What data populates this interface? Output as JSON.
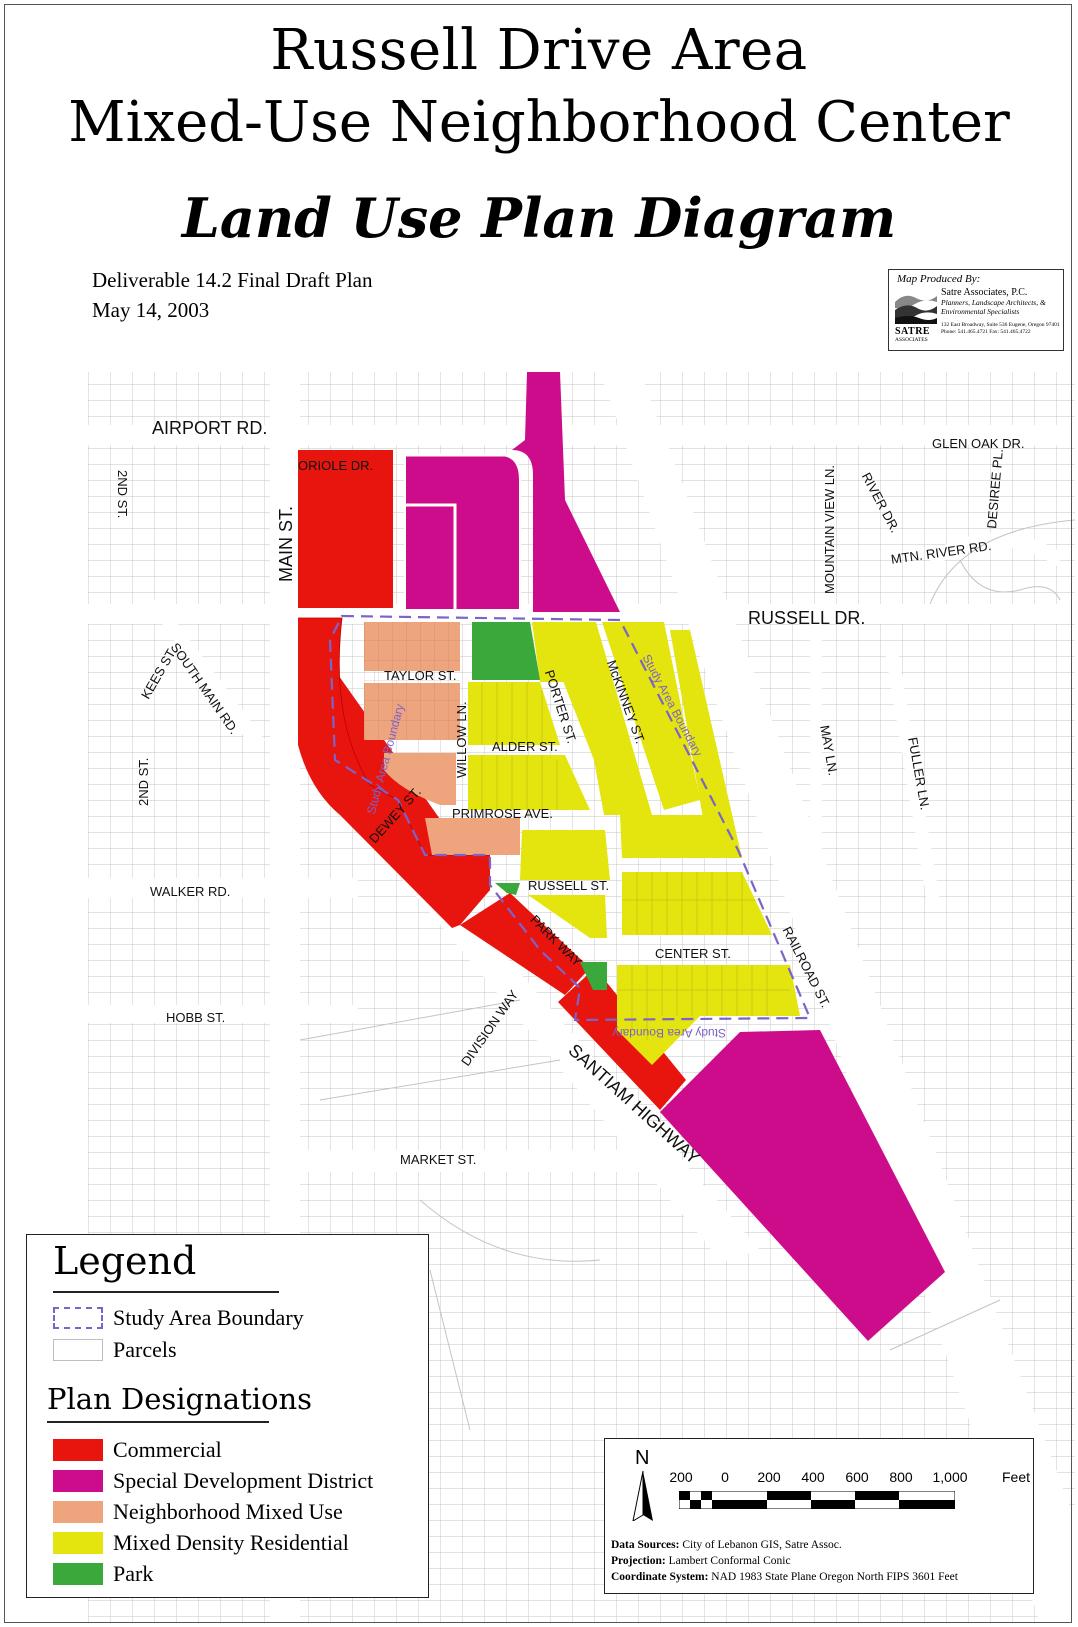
{
  "title": {
    "line1": "Russell Drive Area",
    "line2": "Mixed-Use Neighborhood Center",
    "line3": "Land Use Plan Diagram"
  },
  "subtitle": {
    "deliverable": "Deliverable 14.2 Final Draft Plan",
    "date": "May 14, 2003"
  },
  "credit": {
    "heading": "Map Produced By:",
    "firm": "Satre Associates, P.C.",
    "tagline": "Planners, Landscape Architects, & Environmental Specialists",
    "address": "132 East Broadway, Suite 536 Eugene, Oregon 97401 Phone: 541.465.4721 Fax: 541.465.4722",
    "logo_text": "SATRE",
    "logo_subtext": "ASSOCIATES"
  },
  "roads": {
    "airport_rd": "AIRPORT RD.",
    "oriole_dr": "ORIOLE DR.",
    "second_st_north": "2ND ST.",
    "main_st": "MAIN ST.",
    "kees_st": "KEES ST.",
    "south_main_rd": "SOUTH MAIN RD.",
    "second_st_south": "2ND ST.",
    "walker_rd": "WALKER RD.",
    "hobb_st": "HOBB ST.",
    "taylor_st": "TAYLOR ST.",
    "willow_ln": "WILLOW LN.",
    "alder_st": "ALDER ST.",
    "porter_st": "PORTER ST.",
    "mckinney_st": "McKINNEY ST.",
    "primrose_ave": "PRIMROSE AVE.",
    "dewey_st": "DEWEY ST.",
    "russell_st": "RUSSELL ST.",
    "park_way": "PARK WAY",
    "center_st": "CENTER ST.",
    "railroad_st": "RAILROAD ST.",
    "division_way": "DIVISION WAY",
    "santiam_highway": "SANTIAM HIGHWAY",
    "market_st": "MARKET ST.",
    "russell_dr": "RUSSELL DR.",
    "glen_oak_dr": "GLEN OAK DR.",
    "river_dr": "RIVER DR.",
    "desiree_pl": "DESIREE PL.",
    "mtn_river_rd": "MTN. RIVER RD.",
    "mountain_view_ln": "MOUNTAIN VIEW LN.",
    "may_ln": "MAY LN.",
    "fuller_ln": "FULLER LN.",
    "study_area_boundary": "Study Area Boundary"
  },
  "legend": {
    "title": "Legend",
    "boundary_label": "Study Area Boundary",
    "parcels_label": "Parcels",
    "designations_title": "Plan Designations",
    "items": [
      {
        "label": "Commercial",
        "color": "#e8150f"
      },
      {
        "label": "Special Development District",
        "color": "#cc0c8a"
      },
      {
        "label": "Neighborhood Mixed Use",
        "color": "#eea47c"
      },
      {
        "label": "Mixed Density Residential",
        "color": "#e4e40e"
      },
      {
        "label": "Park",
        "color": "#3aa83a"
      }
    ]
  },
  "scale": {
    "north": "N",
    "ticks": [
      "200",
      "0",
      "200",
      "400",
      "600",
      "800",
      "1,000"
    ],
    "unit": "Feet"
  },
  "sources": {
    "data_label": "Data Sources:",
    "data_value": "City of Lebanon GIS, Satre Assoc.",
    "projection_label": "Projection:",
    "projection_value": "Lambert Conformal Conic",
    "coord_label": "Coordinate System:",
    "coord_value": "NAD 1983 State Plane Oregon North FIPS 3601 Feet"
  },
  "colors": {
    "commercial": "#e8150f",
    "special_development": "#cc0c8a",
    "neighborhood_mixed_use": "#eea47c",
    "mixed_density_residential": "#e4e40e",
    "park": "#3aa83a",
    "boundary": "#7b63c9",
    "parcel_line": "#bdbdbd"
  }
}
